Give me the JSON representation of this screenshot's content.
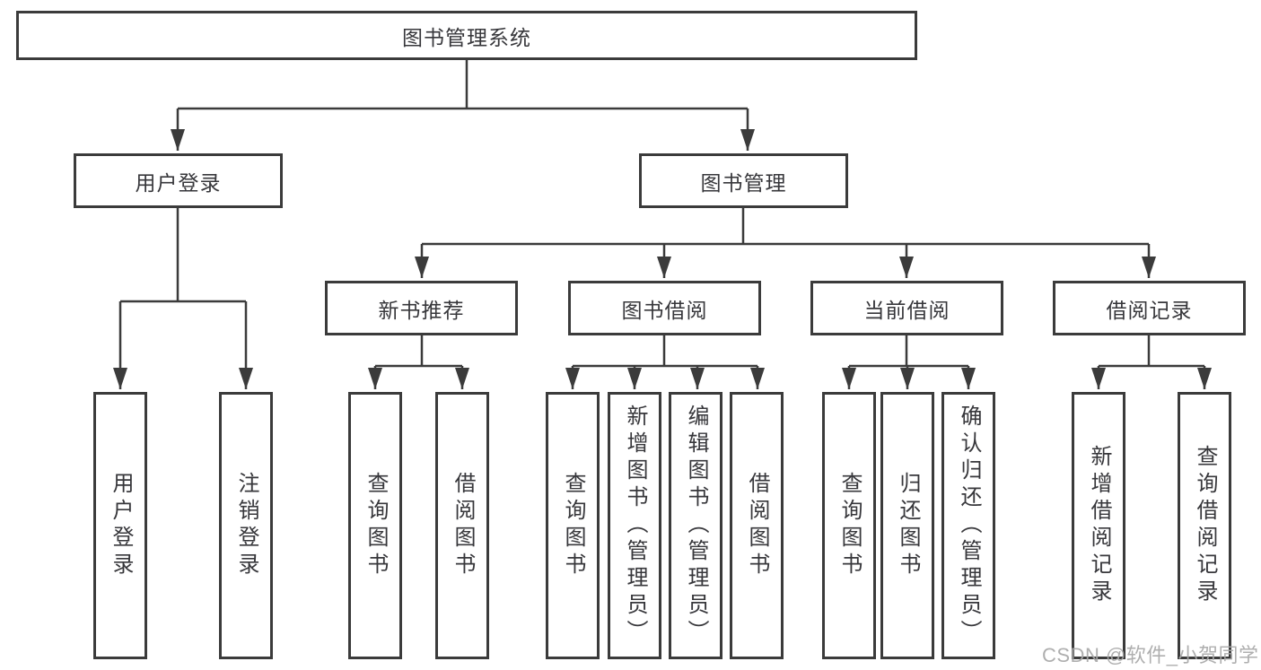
{
  "page": {
    "background": "#ffffff"
  },
  "colors": {
    "line": "#3b3b3b",
    "box_border": "#3b3b3b",
    "text": "#37373b",
    "watermark": "#a8a8a8"
  },
  "watermark": {
    "text": "CSDN @软件_小贺同学"
  },
  "tree": {
    "root": {
      "label": "图书管理系统"
    },
    "branches": [
      {
        "label": "用户登录",
        "children": [
          {
            "label": "用户登录"
          },
          {
            "label": "注销登录"
          }
        ]
      },
      {
        "label": "图书管理",
        "children": [
          {
            "label": "新书推荐",
            "children": [
              {
                "label": "查询图书"
              },
              {
                "label": "借阅图书"
              }
            ]
          },
          {
            "label": "图书借阅",
            "children": [
              {
                "label": "查询图书"
              },
              {
                "label": "新增图书（管理员）"
              },
              {
                "label": "编辑图书（管理员）"
              },
              {
                "label": "借阅图书"
              }
            ]
          },
          {
            "label": "当前借阅",
            "children": [
              {
                "label": "查询图书"
              },
              {
                "label": "归还图书"
              },
              {
                "label": "确认归还（管理员）"
              }
            ]
          },
          {
            "label": "借阅记录",
            "children": [
              {
                "label": "新增借阅记录"
              },
              {
                "label": "查询借阅记录"
              }
            ]
          }
        ]
      }
    ]
  }
}
